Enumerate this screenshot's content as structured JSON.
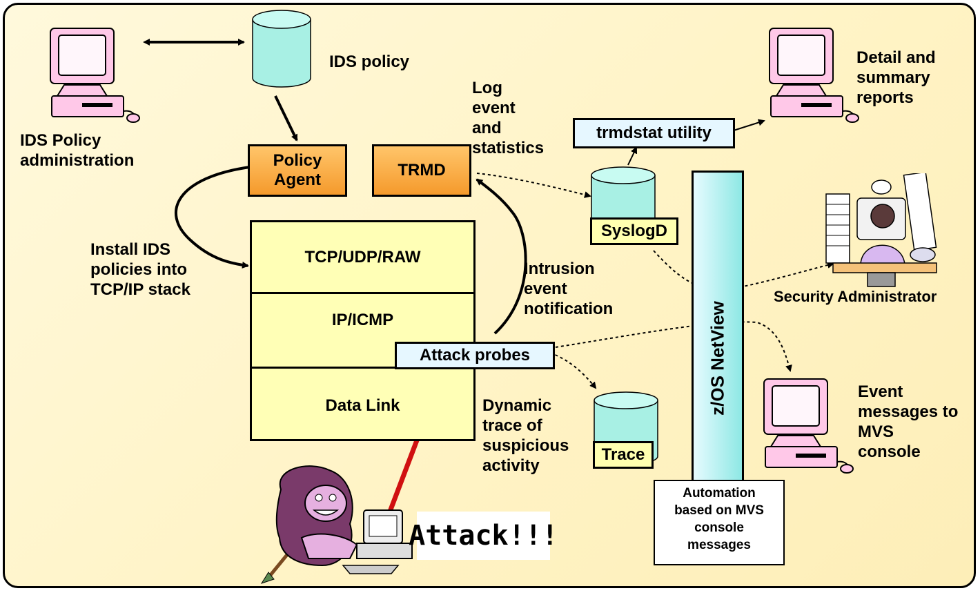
{
  "labels": {
    "ids_policy": "IDS policy",
    "ids_policy_admin": [
      "IDS Policy",
      "administration"
    ],
    "log_event": [
      "Log",
      "event",
      "and",
      "statistics"
    ],
    "detail_reports": [
      "Detail and",
      "summary",
      "reports"
    ],
    "install_policies": [
      "Install IDS",
      "policies into",
      "TCP/IP stack"
    ],
    "intrusion_notification": [
      "Intrusion",
      "event",
      "notification"
    ],
    "security_admin": "Security Administrator",
    "dynamic_trace": [
      "Dynamic",
      "trace of",
      "suspicious",
      "activity"
    ],
    "event_messages": [
      "Event",
      "messages to",
      "MVS",
      "console"
    ]
  },
  "boxes": {
    "policy_agent": [
      "Policy",
      "Agent"
    ],
    "trmd": "TRMD",
    "trmdstat": "trmdstat utility",
    "syslogd": "SyslogD",
    "trace": "Trace",
    "attack_probes": "Attack probes"
  },
  "stack_layers": [
    "TCP/UDP/RAW",
    "IP/ICMP",
    "Data Link"
  ],
  "netview": "z/OS NetView",
  "automation": [
    "Automation",
    "based on MVS",
    "console",
    "messages"
  ],
  "attack": "Attack!!!",
  "colors": {
    "background": "#fff4c8",
    "orange_box": "#f7a53a",
    "cylinder": "#a8f0e4",
    "monitor": "#ffc8e8",
    "arrow_red": "#d01010"
  },
  "icons": [
    "computer-icon",
    "database-icon",
    "security-administrator-icon",
    "attacker-icon"
  ]
}
